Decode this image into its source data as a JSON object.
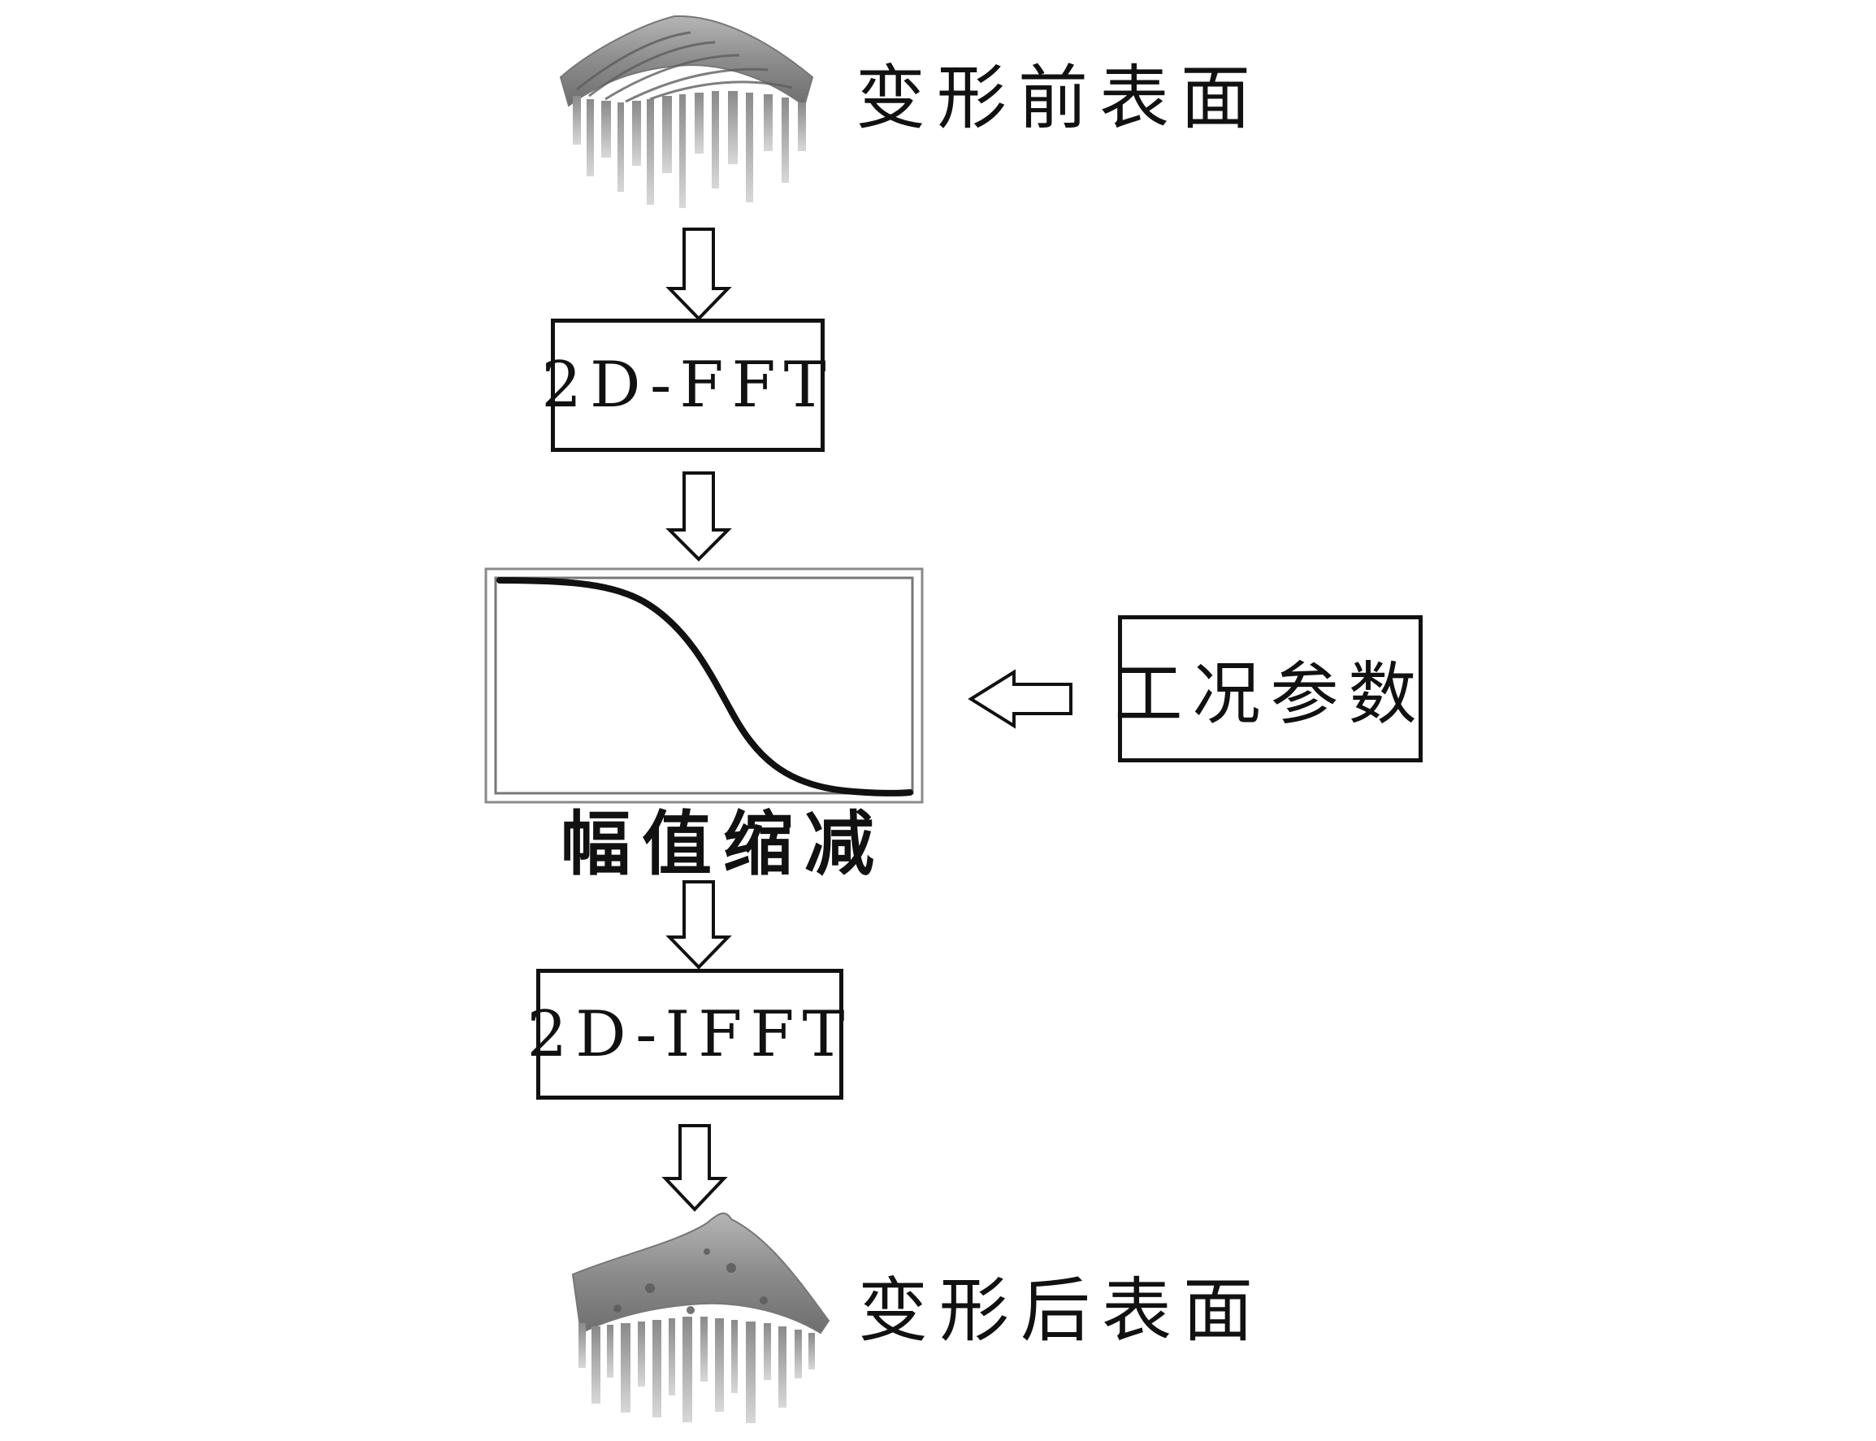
{
  "surface_before_label": "变形前表面",
  "fft_label": "2D-FFT",
  "attenuation_label": "幅值缩减",
  "conditions_label": "工况参数",
  "ifft_label": "2D-IFFT",
  "surface_after_label": "变形后表面",
  "colors": {
    "stroke": "#111111",
    "surface": "#8a8a8a",
    "arrow_fill": "#ffffff"
  }
}
